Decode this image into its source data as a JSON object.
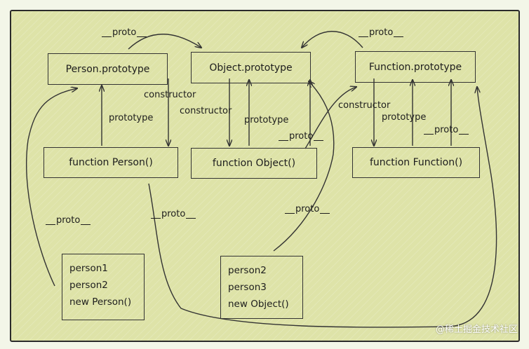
{
  "boxes": {
    "person_prototype": "Person.prototype",
    "object_prototype": "Object.prototype",
    "function_prototype": "Function.prototype",
    "function_person": "function Person()",
    "function_object": "function Object()",
    "function_function": "function Function()"
  },
  "instances_left": [
    "person1",
    "person2",
    "new Person()"
  ],
  "instances_mid": [
    "person2",
    "person3",
    "new Object()"
  ],
  "labels": {
    "proto": "proto",
    "constructor": "constructor",
    "prototype": "prototype"
  },
  "watermark": "@稀土掘金技术社区"
}
